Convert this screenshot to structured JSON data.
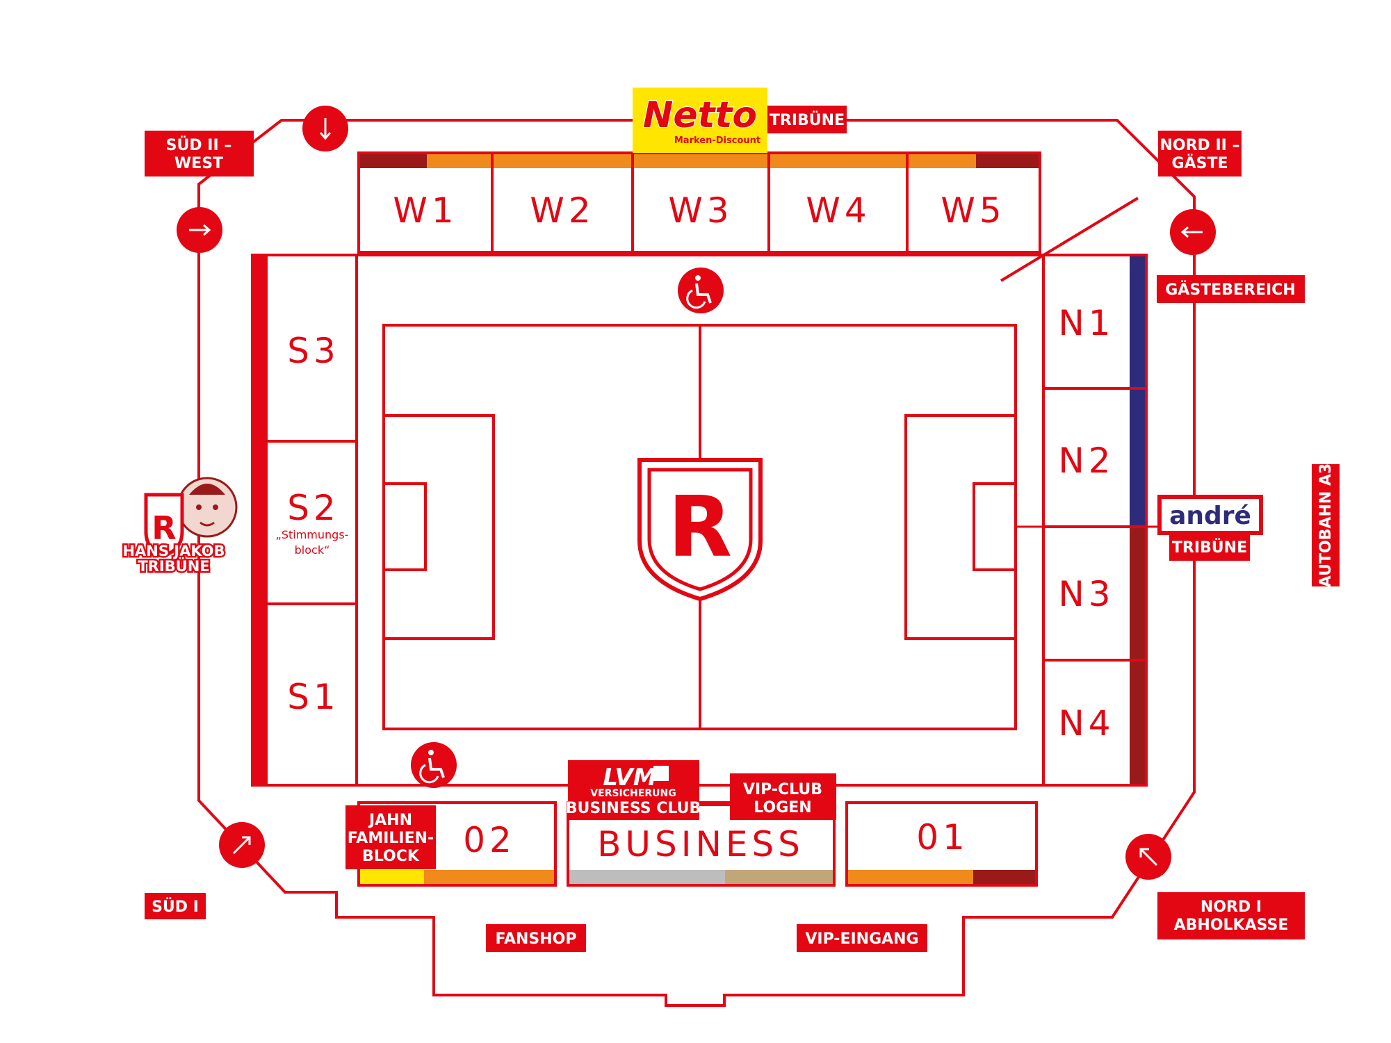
{
  "colors": {
    "red": "#e30613",
    "orange": "#f08a1c",
    "dark_red": "#9a1a1a",
    "navy": "#2e2b7a",
    "yellow": "#ffe600",
    "grey": "#bdbdbd",
    "gold": "#c2a67a"
  },
  "sponsors": {
    "netto_logo": "Netto",
    "netto_sub": "Marken-Discount",
    "netto_tribune": "TRIBÜNE",
    "andre_logo": "andré",
    "andre_tribune": "TRIBÜNE",
    "lvm_logo": "LVM",
    "lvm_sub": "VERSICHERUNG",
    "business_club": "BUSINESS CLUB",
    "hans_jakob_1": "HANS JAKOB",
    "hans_jakob_2": "TRIBÜNE",
    "club_crest": "R"
  },
  "areas": {
    "sued_ii_west_1": "SÜD II –",
    "sued_ii_west_2": "WEST",
    "nord_ii_gaeste_1": "NORD II –",
    "nord_ii_gaeste_2": "GÄSTE",
    "gaestebereich": "GÄSTEBEREICH",
    "autobahn": "AUTOBAHN A3",
    "sued_i": "SÜD I",
    "fanshop": "FANSHOP",
    "vip_eingang": "VIP-EINGANG",
    "nord_i_1": "NORD I",
    "nord_i_2": "ABHOLKASSE",
    "vip_club_1": "VIP-CLUB",
    "vip_club_2": "LOGEN",
    "jahn_1": "JAHN",
    "jahn_2": "FAMILIEN-",
    "jahn_3": "BLOCK"
  },
  "blocks": {
    "west": [
      "W1",
      "W2",
      "W3",
      "W4",
      "W5"
    ],
    "south": [
      "S3",
      "S2",
      "S1"
    ],
    "south_note_1": "„Stimmungs-",
    "south_note_2": "block“",
    "north": [
      "N1",
      "N2",
      "N3",
      "N4"
    ],
    "east": [
      "02",
      "BUSINESS",
      "01"
    ]
  },
  "icons": {
    "arrows": [
      "arrow-down-icon",
      "arrow-right-icon",
      "arrow-left-icon",
      "arrow-up-right-icon",
      "arrow-up-left-icon"
    ],
    "accessibility": "wheelchair-icon"
  }
}
